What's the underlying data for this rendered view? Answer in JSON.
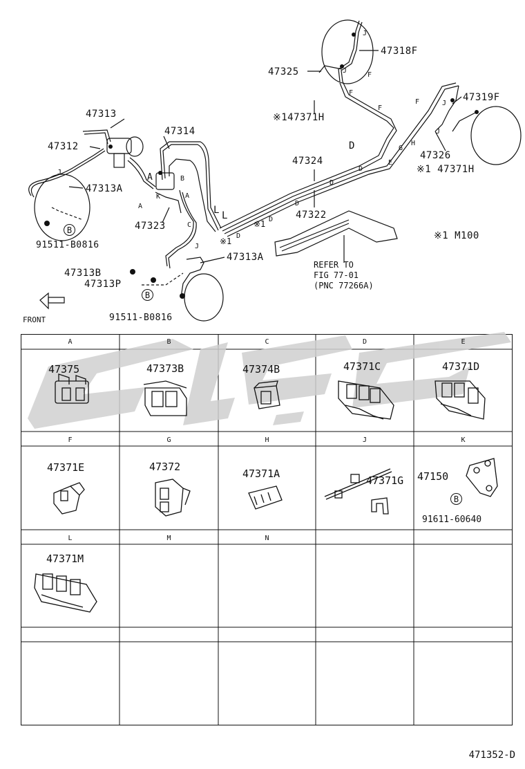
{
  "diagram": {
    "labels": {
      "p47313": "47313",
      "p47312": "47312",
      "p47313A_left": "47313A",
      "p91511_left": "91511-B0816",
      "p47314": "47314",
      "p47323": "47323",
      "p47313A_mid": "47313A",
      "p47313B": "47313B",
      "p47313P": "47313P",
      "p91511_mid": "91511-B0816",
      "front": "FRONT",
      "p47325": "47325",
      "p47318F": "47318F",
      "p47371H_top": "※147371H",
      "p47324": "47324",
      "p47322": "47322",
      "p47319F": "47319F",
      "p47326": "47326",
      "p47371H_right": "※1 47371H",
      "note_m100": "※1 M100",
      "refer_to": "REFER TO",
      "fig": "FIG 77-01",
      "pnc": "(PNC 77266A)",
      "mark1a": "※1",
      "mark1b": "※1",
      "B": "B"
    },
    "letters": {
      "A": "A",
      "B": "B",
      "C": "C",
      "D": "D",
      "E": "E",
      "F": "F",
      "G": "G",
      "H": "H",
      "J": "J",
      "K": "K",
      "L": "L"
    }
  },
  "table": {
    "row1_headers": [
      "A",
      "B",
      "C",
      "D",
      "E"
    ],
    "row1_parts": [
      "47375",
      "47373B",
      "47374B",
      "47371C",
      "47371D"
    ],
    "row2_headers": [
      "F",
      "G",
      "H",
      "J",
      "K"
    ],
    "row2_parts": [
      "47371E",
      "47372",
      "47371A",
      "47371G",
      "47150"
    ],
    "row2_extra": "91611-60640",
    "row3_headers": [
      "L",
      "M",
      "N",
      "",
      ""
    ],
    "row3_parts": [
      "47371M",
      "",
      "",
      "",
      ""
    ]
  },
  "doc_code": "471352-D",
  "colors": {
    "line": "#111111",
    "watermark": "#d0d0d0"
  }
}
